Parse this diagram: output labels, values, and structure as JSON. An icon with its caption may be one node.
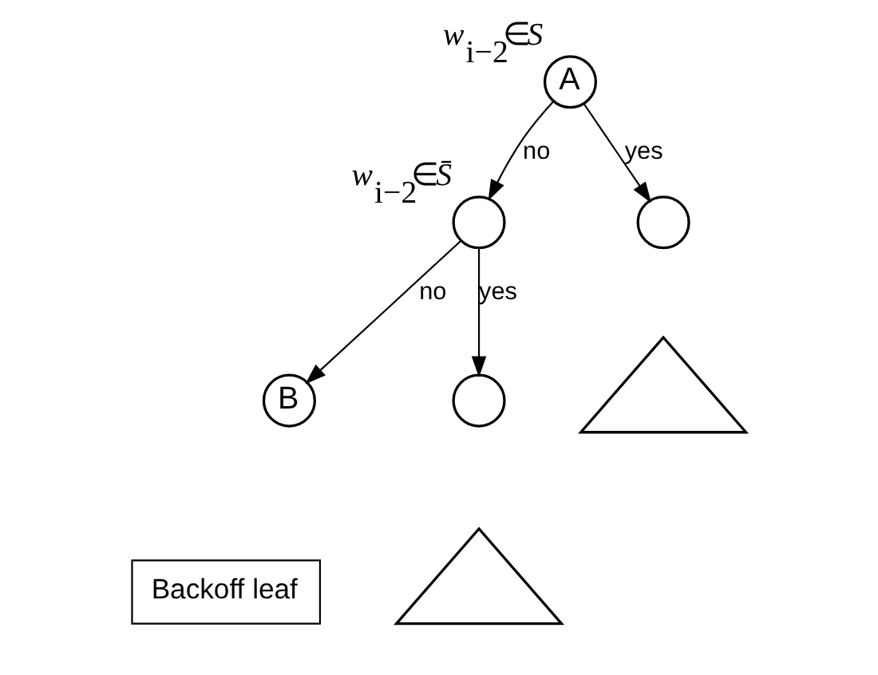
{
  "diagram": {
    "nodes": [
      {
        "text": [
          "A"
        ],
        "beside": [
          "*w*$_{i−2}$∈*S*"
        ]
      },
      {
        "text": [],
        "shape": "circle",
        "beside": [
          "*w*$_{i−2}$∈*S̄*"
        ]
      },
      {
        "text": [],
        "shape": "circle"
      },
      {
        "text": [],
        "shape": "triangle"
      },
      {
        "text": [
          "B"
        ]
      },
      {
        "text": [],
        "shape": "circle"
      },
      {
        "text": [],
        "shape": "triangle"
      },
      {
        "text": [
          "Backoff leaf"
        ]
      }
    ],
    "edges": [
      {
        "from": 0,
        "to": 1,
        "arrow": "to",
        "label": "no"
      },
      {
        "from": 0,
        "to": 2,
        "arrow": "to",
        "label": "yes"
      },
      {
        "from": 1,
        "to": 4,
        "arrow": "to",
        "label": "no"
      },
      {
        "from": 1,
        "to": 5,
        "arrow": "to",
        "label": "yes"
      }
    ]
  }
}
